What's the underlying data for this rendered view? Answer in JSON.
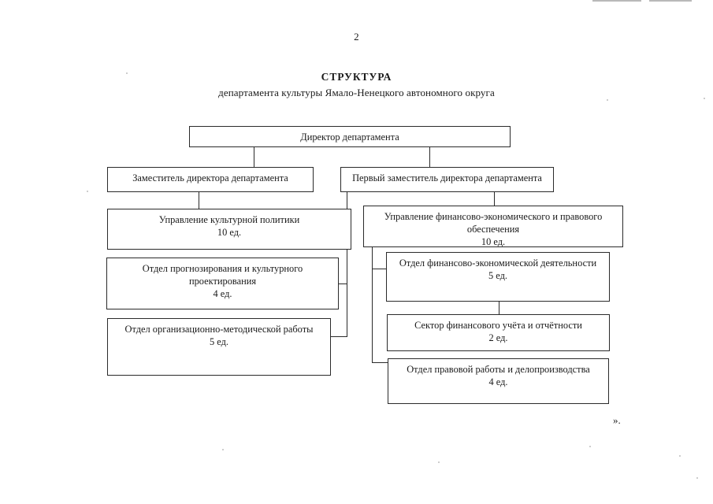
{
  "document": {
    "page_number": "2",
    "title": "СТРУКТУРА",
    "subtitle": "департамента культуры Ямало-Ненецкого автономного округа",
    "closing_quote": "»."
  },
  "org_chart": {
    "director": {
      "label": "Директор департамента"
    },
    "deputy_left": {
      "label": "Заместитель директора департамента"
    },
    "deputy_right": {
      "label": "Первый заместитель директора департамента"
    },
    "dept_culture_policy": {
      "line1": "Управление культурной политики",
      "line2": "10 ед."
    },
    "dept_finance_legal": {
      "line1": "Управление финансово-экономического и правового",
      "line2": "обеспечения",
      "line3": "10 ед."
    },
    "unit_forecasting": {
      "line1": "Отдел прогнозирования и культурного",
      "line2": "проектирования",
      "line3": "4 ед."
    },
    "unit_org_method": {
      "line1": "Отдел организационно-методической работы",
      "line2": "5 ед."
    },
    "unit_fin_economic": {
      "line1": "Отдел финансово-экономической деятельности",
      "line2": "5 ед."
    },
    "unit_fin_accounting": {
      "line1": "Сектор финансового учёта и отчётности",
      "line2": "2 ед."
    },
    "unit_legal_records": {
      "line1": "Отдел правовой работы и делопроизводства",
      "line2": "4 ед."
    }
  },
  "chart_data": {
    "type": "diagram",
    "title": "СТРУКТУРА департамента культуры Ямало-Ненецкого автономного округа",
    "nodes": [
      {
        "id": "director",
        "label": "Директор департамента",
        "staff": null,
        "level": 0
      },
      {
        "id": "deputy_left",
        "label": "Заместитель директора департамента",
        "staff": null,
        "level": 1
      },
      {
        "id": "deputy_right",
        "label": "Первый заместитель директора департамента",
        "staff": null,
        "level": 1
      },
      {
        "id": "dept_culture_policy",
        "label": "Управление культурной политики",
        "staff": "10 ед.",
        "level": 2
      },
      {
        "id": "dept_finance_legal",
        "label": "Управление финансово-экономического и правового обеспечения",
        "staff": "10 ед.",
        "level": 2
      },
      {
        "id": "unit_forecasting",
        "label": "Отдел прогнозирования и культурного проектирования",
        "staff": "4 ед.",
        "level": 3
      },
      {
        "id": "unit_org_method",
        "label": "Отдел организационно-методической работы",
        "staff": "5 ед.",
        "level": 3
      },
      {
        "id": "unit_fin_economic",
        "label": "Отдел финансово-экономической деятельности",
        "staff": "5 ед.",
        "level": 3
      },
      {
        "id": "unit_fin_accounting",
        "label": "Сектор финансового учёта и отчётности",
        "staff": "2 ед.",
        "level": 3
      },
      {
        "id": "unit_legal_records",
        "label": "Отдел правовой работы и делопроизводства",
        "staff": "4 ед.",
        "level": 3
      }
    ],
    "edges": [
      {
        "from": "director",
        "to": "deputy_left"
      },
      {
        "from": "director",
        "to": "deputy_right"
      },
      {
        "from": "deputy_left",
        "to": "dept_culture_policy"
      },
      {
        "from": "deputy_right",
        "to": "dept_finance_legal"
      },
      {
        "from": "dept_culture_policy",
        "to": "unit_forecasting"
      },
      {
        "from": "dept_culture_policy",
        "to": "unit_org_method"
      },
      {
        "from": "dept_finance_legal",
        "to": "unit_fin_economic"
      },
      {
        "from": "dept_finance_legal",
        "to": "unit_fin_accounting"
      },
      {
        "from": "dept_finance_legal",
        "to": "unit_legal_records"
      }
    ]
  }
}
